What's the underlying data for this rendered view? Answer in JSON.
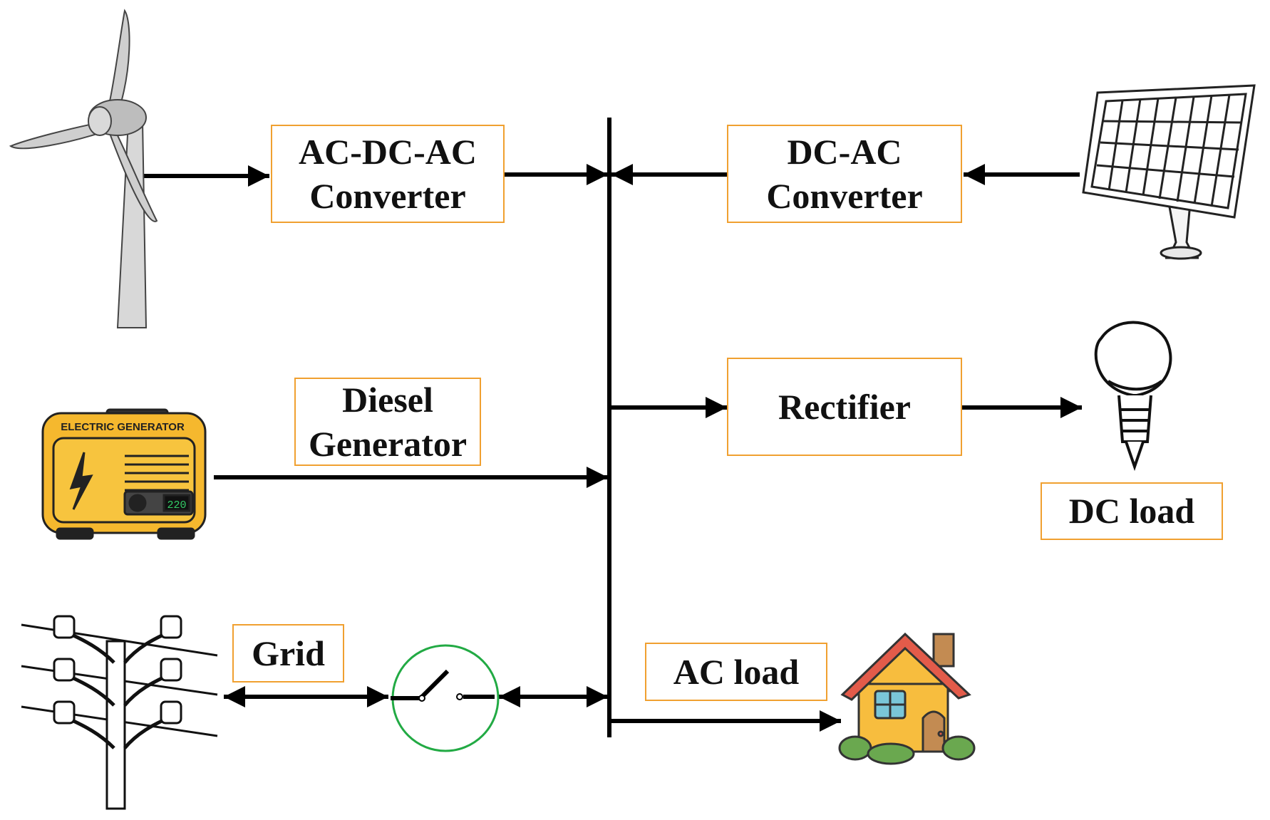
{
  "labels": {
    "acdcac": [
      "AC-DC-AC",
      "Converter"
    ],
    "dcac": [
      "DC-AC",
      "Converter"
    ],
    "diesel": [
      "Diesel",
      "Generator"
    ],
    "rectifier": "Rectifier",
    "dc_load": "DC load",
    "grid": "Grid",
    "ac_load": "AC load"
  },
  "generator_panel": {
    "title": "ELECTRIC GENERATOR",
    "display": "220"
  },
  "colors": {
    "label_border": "#f0a030",
    "line": "#000000",
    "switch_circle": "#22aa44",
    "generator_body": "#f5b82e",
    "house_roof": "#e35b4a",
    "house_wall": "#f7bd3e"
  },
  "icons": [
    "wind-turbine-icon",
    "solar-panel-icon",
    "diesel-generator-icon",
    "light-bulb-icon",
    "power-pole-icon",
    "house-icon",
    "switch-icon"
  ]
}
